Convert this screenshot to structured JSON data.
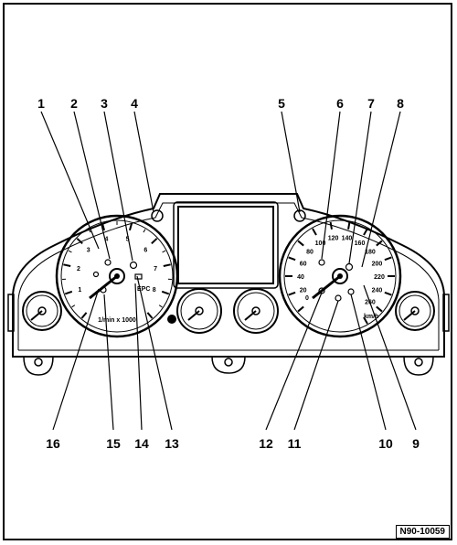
{
  "diagram": {
    "callouts_top": [
      "1",
      "2",
      "3",
      "4",
      "5",
      "6",
      "7",
      "8"
    ],
    "callouts_bottom": [
      "16",
      "15",
      "14",
      "13",
      "12",
      "11",
      "10",
      "9"
    ],
    "tach_numbers": [
      "1",
      "2",
      "3",
      "4",
      "5",
      "6",
      "7",
      "8"
    ],
    "speed_numbers": [
      "20",
      "40",
      "60",
      "80",
      "100",
      "120",
      "140",
      "160",
      "180",
      "200",
      "220",
      "240",
      "260"
    ],
    "speed_zero": "0",
    "speed_unit": "km/h",
    "tach_label": "1/min x 1000",
    "epc_label": "EPC",
    "reference": "N90-10059"
  }
}
